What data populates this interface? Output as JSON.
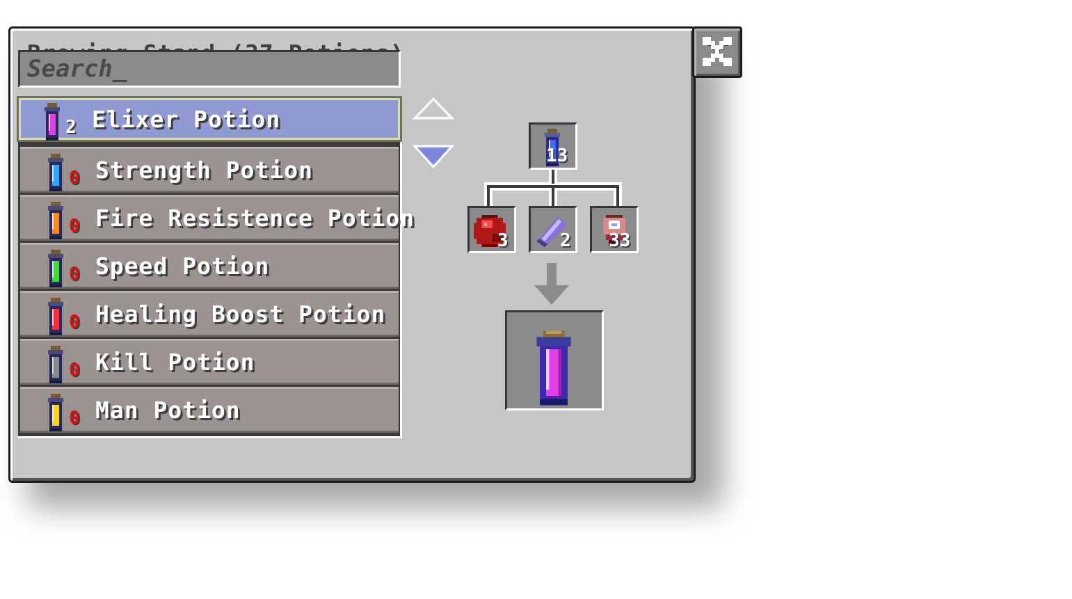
{
  "window": {
    "title": "Brewing Stand (37 Potions)",
    "close_icon": "close-icon"
  },
  "search": {
    "placeholder": "Search_"
  },
  "potions": [
    {
      "label": "Elixer Potion",
      "count": "2",
      "color": "#e040e8",
      "selected": true
    },
    {
      "label": "Strength Potion",
      "count": "0",
      "color": "#2aa8ff",
      "selected": false
    },
    {
      "label": "Fire Resistence Potion",
      "count": "0",
      "color": "#ff8a1a",
      "selected": false
    },
    {
      "label": "Speed Potion",
      "count": "0",
      "color": "#3cdc3c",
      "selected": false
    },
    {
      "label": "Healing Boost Potion",
      "count": "0",
      "color": "#ff2a3a",
      "selected": false
    },
    {
      "label": "Kill Potion",
      "count": "0",
      "color": "#8a8a8a",
      "selected": false
    },
    {
      "label": "Man Potion",
      "count": "0",
      "color": "#ffd21a",
      "selected": false
    }
  ],
  "colors": {
    "count_available": "#ffffff",
    "count_missing": "#e01010",
    "selected_row": "#9199d2"
  },
  "recipe": {
    "base": {
      "icon": "blue-potion-icon",
      "count": "13"
    },
    "ingredients": [
      {
        "icon": "redstone-ruby-icon",
        "count": "3"
      },
      {
        "icon": "purple-crystal-icon",
        "count": "2"
      },
      {
        "icon": "spider-eye-icon",
        "count": "33"
      }
    ],
    "result": {
      "icon": "magenta-potion-icon"
    }
  }
}
